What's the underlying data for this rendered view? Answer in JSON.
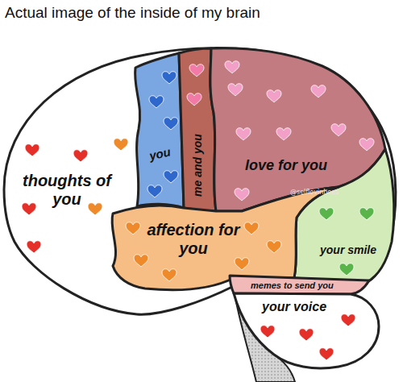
{
  "diagram": {
    "title": "Actual image of the inside of my brain",
    "nodes": [
      {
        "text": [
          "you"
        ]
      },
      {
        "text": [
          "me and you"
        ]
      },
      {
        "text": [
          "love for you"
        ]
      },
      {
        "text": [
          "thoughts of you"
        ]
      },
      {
        "text": [
          "affection for you"
        ]
      },
      {
        "text": [
          "your smile"
        ]
      },
      {
        "text": [
          "memes to send you"
        ]
      },
      {
        "text": [
          "your voice"
        ]
      }
    ],
    "labels": [
      "@selflovinhoes"
    ]
  }
}
